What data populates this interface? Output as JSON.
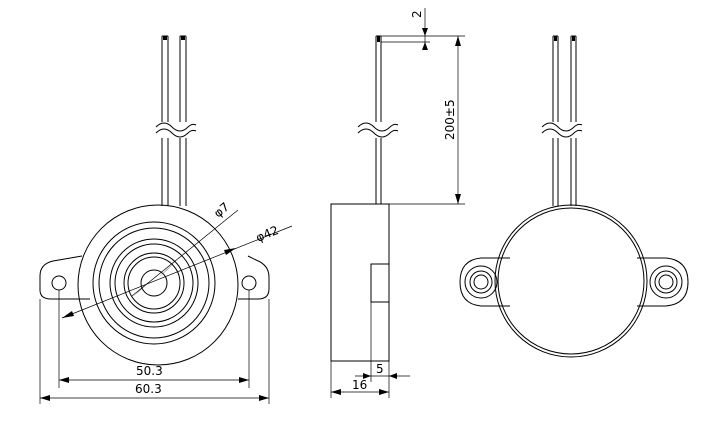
{
  "dimensions": {
    "hole_pitch": "50.3",
    "overall_width": "60.3",
    "center_hole_diameter": "φ7",
    "body_diameter": "φ42",
    "lead_length": "200±5",
    "lead_strip": "2",
    "body_height": "16",
    "step_height": "5"
  },
  "colors": {
    "line": "#000000",
    "background": "#ffffff"
  }
}
